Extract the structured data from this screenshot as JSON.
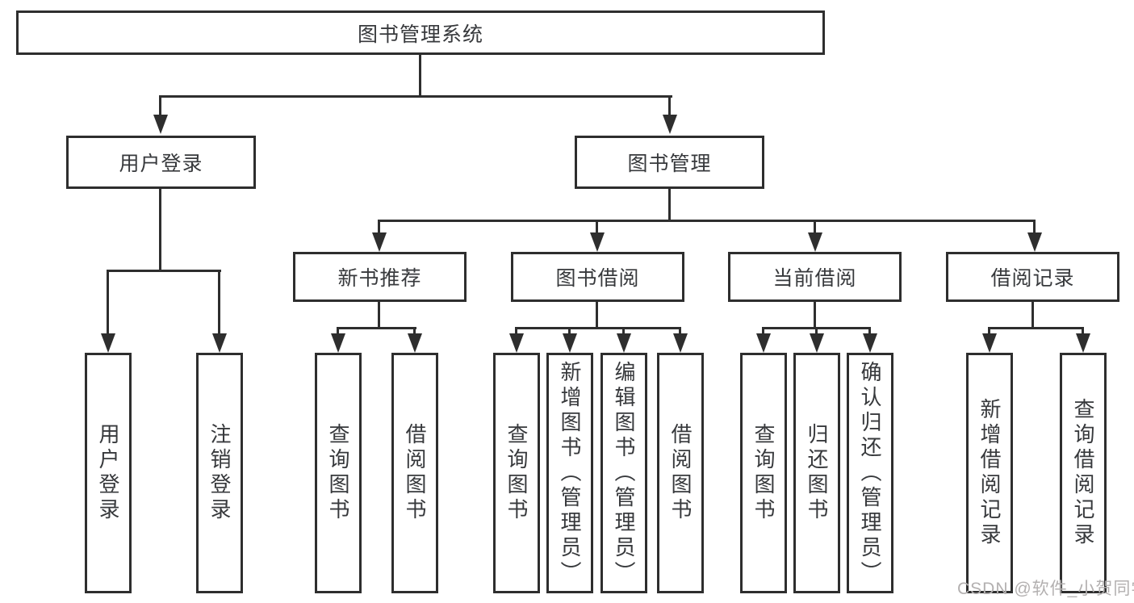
{
  "diagram": {
    "root_label": "图书管理系统",
    "level2": [
      "用户登录",
      "图书管理"
    ],
    "level3": [
      "新书推荐",
      "图书借阅",
      "当前借阅",
      "借阅记录"
    ],
    "leaves_user": [
      "用户登录",
      "注销登录"
    ],
    "leaves_newbook": [
      "查询图书",
      "借阅图书"
    ],
    "leaves_borrow": [
      "查询图书",
      "新增图书（管理员）",
      "编辑图书（管理员）",
      "借阅图书"
    ],
    "leaves_current": [
      "查询图书",
      "归还图书",
      "确认归还（管理员）"
    ],
    "leaves_records": [
      "新增借阅记录",
      "查询借阅记录"
    ],
    "watermark": "CSDN @软件_小贺同学",
    "colors": {
      "line": "#2e2e2e",
      "text": "#37393c",
      "watermark": "#b3b0b0",
      "background": "#ffffff"
    }
  }
}
